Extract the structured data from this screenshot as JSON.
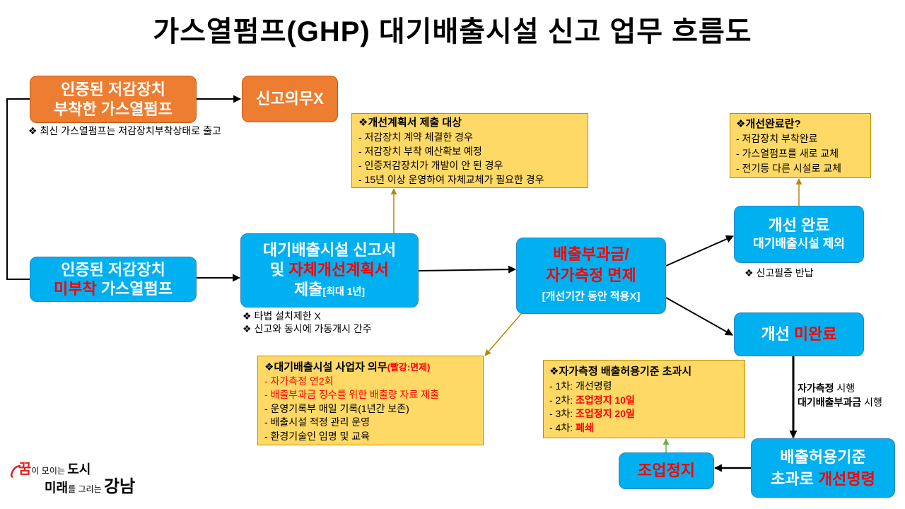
{
  "title": "가스열펌프(GHP) 대기배출시설 신고 업무 흐름도",
  "colors": {
    "orange": "#ED7D31",
    "orange_border": "#C55A11",
    "blue": "#00B0F0",
    "blue_border": "#2E86C1",
    "yellow": "#FFD966",
    "yellow_border": "#BF9000",
    "highlight_red": "#FF0000",
    "connector_black": "#000000",
    "connector_gold": "#B8860B",
    "connector_green": "#70AD47",
    "logo_red": "#E2231A"
  },
  "nodes": {
    "attached_ghp": {
      "line1": "인증된 저감장치",
      "line2": "부착한 가스열펌프",
      "note": "❖ 최신 가스열펌프는 저감장치부착상태로 출고"
    },
    "no_report_duty": {
      "label": "신고의무X"
    },
    "unattached_ghp": {
      "line1": "인증된 저감장치",
      "line2_highlight": "미부착",
      "line2_rest": " 가스열펌프"
    },
    "report_submission": {
      "line1": "대기배출시설 신고서",
      "line2_prefix": "및 ",
      "line2_highlight": "자체개선계획서",
      "line3_main": "제출",
      "line3_small": "[최대 1년]",
      "notes": [
        "❖ 타법 설치제한 X",
        "❖ 신고와 동시에 가동개시 간주"
      ]
    },
    "exemption": {
      "line1": "배출부과금/",
      "line2": "자가측정 면제",
      "line3": "[개선기간 동안 적용X]"
    },
    "improvement_complete": {
      "line1": "개선 완료",
      "line2": "대기배출시설 제외",
      "note": "❖ 신고필증 반납"
    },
    "improvement_incomplete": {
      "prefix": "개선 ",
      "highlight": "미완료"
    },
    "improvement_order": {
      "line1": "배출허용기준",
      "line2_prefix": "초과로 ",
      "line2_highlight": "개선명령"
    },
    "operation_suspension": {
      "label": "조업정지"
    }
  },
  "callouts": {
    "plan_targets": {
      "title": "❖개선계획서 제출 대상",
      "items": [
        "- 저감장치 계약 체결한 경우",
        "- 저감장치 부착 예산확보 예정",
        "- 인증저감장치가 개발이 안 된 경우",
        "- 15년 이상 운영하여 자체교체가 필요한 경우"
      ]
    },
    "completion_definition": {
      "title": "❖개선완료란?",
      "items": [
        "- 저감장치 부착완료",
        "- 가스열펌프를 새로 교체",
        "- 전기등 다른 시설로 교체"
      ]
    },
    "operator_duties": {
      "title": "❖대기배출시설 사업자 의무",
      "title_note": "(빨강:면제)",
      "items": [
        {
          "text": "- 자가측정 연2회",
          "exempt": true
        },
        {
          "text": "- 배출부과금 징수를 위한 배출량 자료 제출",
          "exempt": true
        },
        {
          "text": "- 운영기록부 매일 기록(1년간 보존)",
          "exempt": false
        },
        {
          "text": "- 배출시설 적정 관리 운영",
          "exempt": false
        },
        {
          "text": "- 환경기술인 임명 및 교육",
          "exempt": false
        }
      ]
    },
    "exceedance_penalties": {
      "title": "❖자가측정 배출허용기준 초과시",
      "items": [
        {
          "prefix": "- 1차: ",
          "action": "개선명령",
          "highlight": false
        },
        {
          "prefix": "- 2차: ",
          "action": "조업정지 10일",
          "highlight": true
        },
        {
          "prefix": "- 3차: ",
          "action": "조업정지 20일",
          "highlight": true
        },
        {
          "prefix": "- 4차: ",
          "action": "폐쇄",
          "highlight": true
        }
      ]
    }
  },
  "edge_label": {
    "line1_bold": "자가측정",
    "line1_rest": " 시행",
    "line2_bold": "대기배출부과금",
    "line2_rest": " 시행"
  },
  "logo": {
    "line1_a": "꿈",
    "line1_b": "이 모이는 ",
    "line1_c": "도시",
    "line2_a": "미래",
    "line2_b": "를 그리는 ",
    "line2_c": "강남"
  }
}
